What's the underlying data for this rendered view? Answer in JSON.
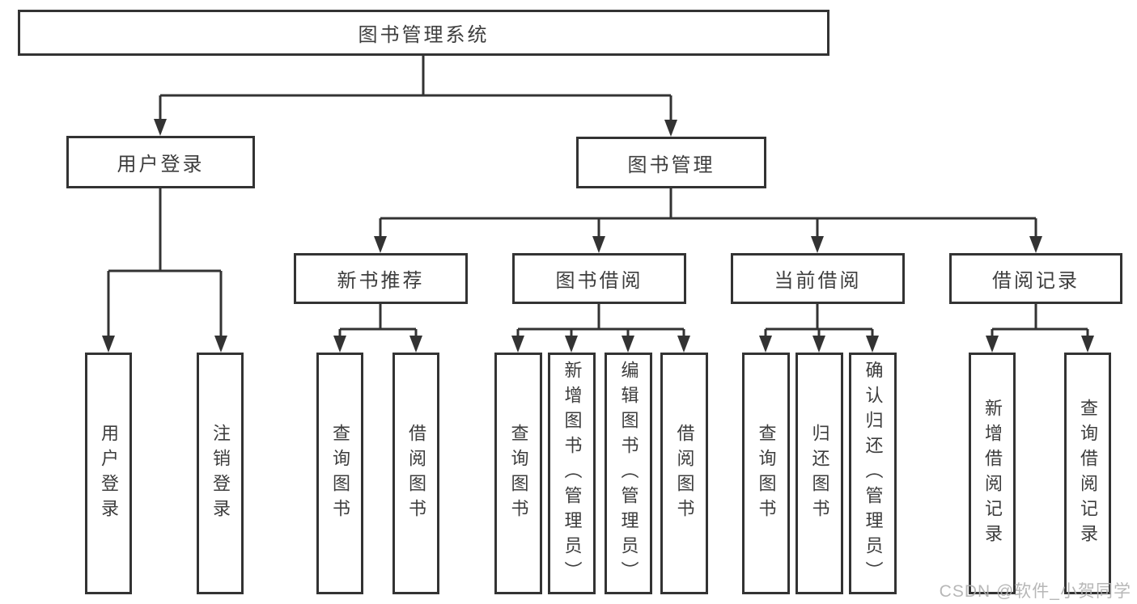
{
  "diagram": {
    "root": {
      "label": "图书管理系统"
    },
    "level1": [
      {
        "id": "user-login",
        "label": "用户登录"
      },
      {
        "id": "book-management",
        "label": "图书管理"
      }
    ],
    "level2": [
      {
        "id": "new-book-recommend",
        "label": "新书推荐"
      },
      {
        "id": "book-borrow",
        "label": "图书借阅"
      },
      {
        "id": "current-borrow",
        "label": "当前借阅"
      },
      {
        "id": "borrow-records",
        "label": "借阅记录"
      }
    ],
    "leaves": [
      {
        "id": "user-login-action",
        "label": "用户登录"
      },
      {
        "id": "logout-action",
        "label": "注销登录"
      },
      {
        "id": "query-books-recommend",
        "label": "查询图书"
      },
      {
        "id": "borrow-books-recommend",
        "label": "借阅图书"
      },
      {
        "id": "query-books-borrow",
        "label": "查询图书"
      },
      {
        "id": "add-books-admin",
        "label": "新增图书（管理员）"
      },
      {
        "id": "edit-books-admin",
        "label": "编辑图书（管理员）"
      },
      {
        "id": "borrow-books-borrow",
        "label": "借阅图书"
      },
      {
        "id": "query-books-current",
        "label": "查询图书"
      },
      {
        "id": "return-books",
        "label": "归还图书"
      },
      {
        "id": "confirm-return-admin",
        "label": "确认归还（管理员）"
      },
      {
        "id": "add-borrow-record",
        "label": "新增借阅记录"
      },
      {
        "id": "query-borrow-record",
        "label": "查询借阅记录"
      }
    ]
  },
  "watermark": {
    "text": "CSDN @软件_小贺同学"
  },
  "colors": {
    "line": "#333333",
    "text": "#3d3d3d",
    "bg": "#ffffff",
    "watermark": "#b0b0b0"
  }
}
